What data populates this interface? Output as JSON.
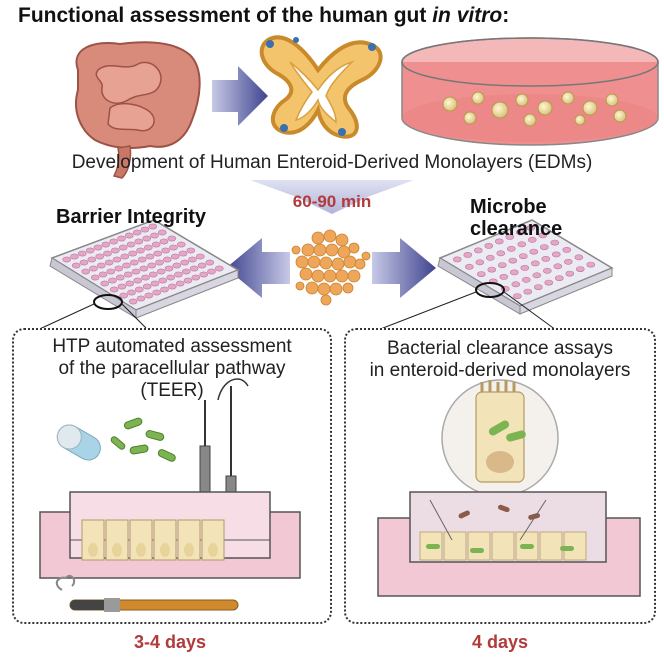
{
  "header": {
    "title_main": "Functional assessment of the human gut ",
    "title_italic": "in vitro",
    "title_end": ":",
    "subtitle": "Development of Human Enteroid-Derived Monolayers (EDMs)",
    "time_center": "60-90 min"
  },
  "left_section": {
    "label": "Barrier Integrity",
    "panel_line1": "HTP automated assessment",
    "panel_line2": "of the paracellular pathway",
    "panel_line3": "(TEER)",
    "duration": "3-4 days"
  },
  "right_section": {
    "label_line1": "Microbe",
    "label_line2": "clearance",
    "panel_line1": "Bacterial clearance assays",
    "panel_line2": "in enteroid-derived monolayers",
    "duration": "4 days"
  },
  "colors": {
    "arrow": "#4a4f9a",
    "accent_red": "#b23a3a",
    "media_pink": "#f2c8d4",
    "cell_tan": "#f3e3b8",
    "bacteria_green": "#6fae4a",
    "organoid_orange": "#e9a64e"
  }
}
